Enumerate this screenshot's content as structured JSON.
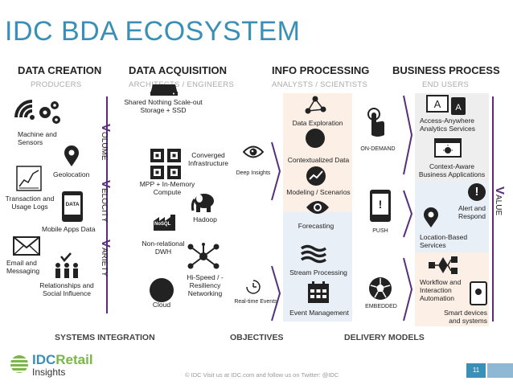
{
  "title": "IDC BDA ECOSYSTEM",
  "columns": [
    {
      "heading": "DATA CREATION",
      "sub": "PRODUCERS"
    },
    {
      "heading": "DATA ACQUISITION",
      "sub": "ARCHITECTS / ENGINEERS"
    },
    {
      "heading": "INFO PROCESSING",
      "sub": "ANALYSTS / SCIENTISTS"
    },
    {
      "heading": "BUSINESS PROCESS",
      "sub": "END USERS"
    }
  ],
  "creation": {
    "machine": "Machine and Sensors",
    "geolocation": "Geolocation",
    "transaction": "Transaction and Usage Logs",
    "mobile": "Mobile Apps Data",
    "email": "Email and Messaging",
    "relationships": "Relationships and Social Influence",
    "data_icon_text": "DATA"
  },
  "vs": {
    "volume": {
      "first": "V",
      "rest": "OLUME"
    },
    "velocity": {
      "first": "V",
      "rest": "ELOCITY"
    },
    "variety": {
      "first": "V",
      "rest": "ARIETY"
    },
    "value": {
      "first": "V",
      "rest": "ALUE"
    }
  },
  "acquisition": {
    "shared": "Shared Nothing Scale-out Storage + SSD",
    "converged": "Converged Infrastructure",
    "mpp": "MPP + In-Memory Compute",
    "hadoop": "Hadoop",
    "nonrel": "Non-relational DWH",
    "nosql_icon_text": "NoSQL",
    "hispeed": "Hi-Speed / - Resiliency Networking",
    "cloud": "Cloud"
  },
  "objectives": {
    "deep": "Deep Insights",
    "realtime": "Real-time Events"
  },
  "processing": {
    "exploration": "Data Exploration",
    "contextualized": "Contextualized Data",
    "modeling": "Modeling / Scenarios",
    "forecasting": "Forecasting",
    "stream": "Stream Processing",
    "event": "Event Management"
  },
  "delivery": {
    "ondemand": "ON-DEMAND",
    "push": "PUSH",
    "embedded": "EMBEDDED"
  },
  "business": {
    "access": "Access-Anywhere Analytics Services",
    "context": "Context-Aware Business Applications",
    "alert": "Alert and Respond",
    "location": "Location-Based Services",
    "workflow": "Workflow and Interaction Automation",
    "smart": "Smart devices and systems"
  },
  "footer": {
    "systems": "SYSTEMS INTEGRATION",
    "objectives": "OBJECTIVES",
    "delivery": "DELIVERY MODELS",
    "logo_main": "IDC",
    "logo_accent": "Retail",
    "logo_sub": "Insights",
    "note": "© IDC  Visit us at IDC.com and follow us on Twitter: @IDC",
    "page": "11"
  },
  "colors": {
    "accent": "#3a8fb7",
    "purple": "#5a2d7a",
    "dark": "#222222",
    "green": "#7ab648"
  }
}
